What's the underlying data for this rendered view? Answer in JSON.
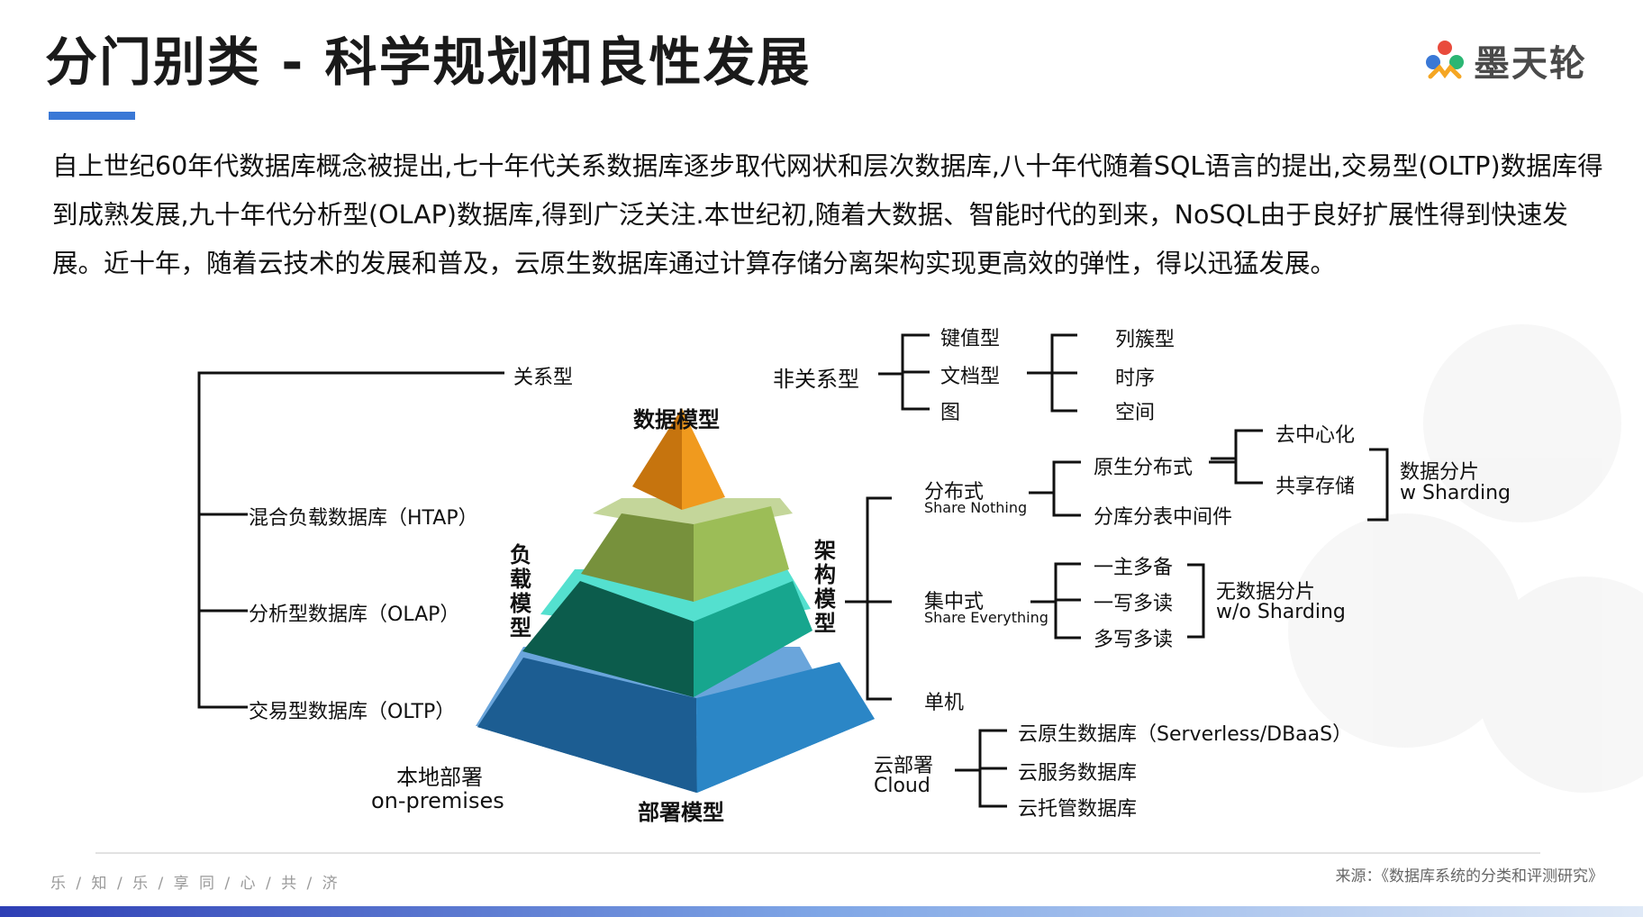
{
  "header": {
    "title": "分门别类 - 科学规划和良性发展",
    "logo_text": "墨天轮",
    "accent_color": "#3a78d6"
  },
  "intro": "自上世纪60年代数据库概念被提出,七十年代关系数据库逐步取代网状和层次数据库,八十年代随着SQL语言的提出,交易型(OLTP)数据库得到成熟发展,九十年代分析型(OLAP)数据库,得到广泛关注.本世纪初,随着大数据、智能时代的到来，NoSQL由于良好扩展性得到快速发展。近十年，随着云技术的发展和普及，云原生数据库通过计算存储分离架构实现更高效的弹性，得以迅猛发展。",
  "diagram": {
    "data_model": {
      "label": "数据模型",
      "relational": "关系型",
      "non_relational": "非关系型",
      "non_rel_types": [
        "键值型",
        "文档型",
        "图"
      ],
      "sub_types": [
        "列簇型",
        "时序",
        "空间"
      ]
    },
    "load_model": {
      "label": "负载模型",
      "items": [
        "混合负载数据库（HTAP）",
        "分析型数据库（OLAP）",
        "交易型数据库（OLTP）"
      ]
    },
    "arch_model": {
      "label": "架构模型",
      "distributed": {
        "name": "分布式",
        "en": "Share Nothing"
      },
      "dist_items": [
        "原生分布式",
        "分库分表中间件"
      ],
      "native_items": [
        "去中心化",
        "共享存储"
      ],
      "sharding": [
        "数据分片",
        "w Sharding"
      ],
      "centralized": {
        "name": "集中式",
        "en": "Share Everything"
      },
      "central_items": [
        "一主多备",
        "一写多读",
        "多写多读"
      ],
      "no_sharding": [
        "无数据分片",
        "w/o Sharding"
      ],
      "standalone": "单机"
    },
    "deploy_model": {
      "label": "部署模型",
      "local": [
        "本地部署",
        "on-premises"
      ],
      "cloud": [
        "云部署",
        "Cloud"
      ],
      "cloud_items": [
        "云原生数据库（Serverless/DBaaS）",
        "云服务数据库",
        "云托管数据库"
      ]
    },
    "pyramid_colors": [
      "#f29a1e",
      "#a4bf58",
      "#15a890",
      "#2878b9"
    ]
  },
  "footer": {
    "left": "乐 / 知 / 乐 / 享      同 / 心 / 共 / 济",
    "source": "来源：《数据库系统的分类和评测研究》"
  }
}
